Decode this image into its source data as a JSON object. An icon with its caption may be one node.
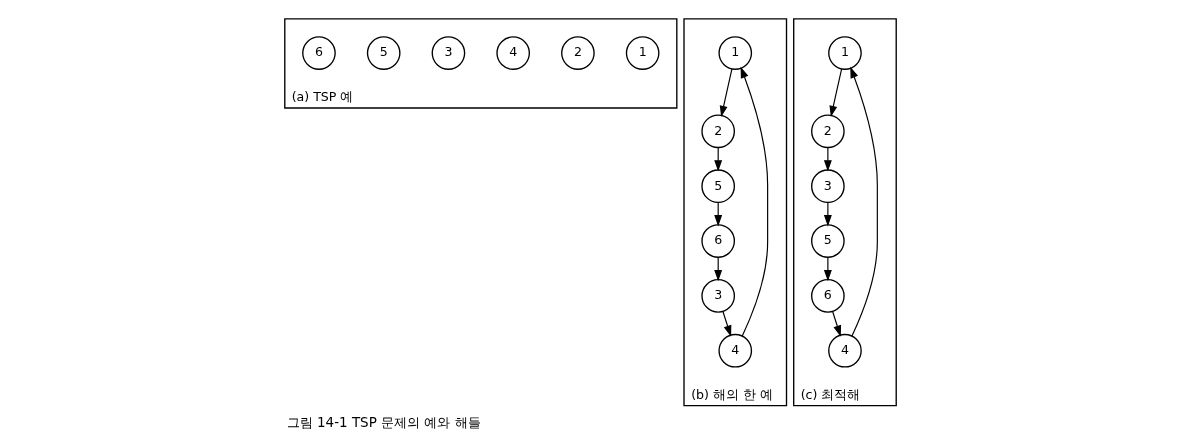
{
  "diagram": {
    "caption": "그림 14-1 TSP 문제의 예와 해들",
    "nodes": [
      {
        "text": [
          "(a) TSP 예"
        ]
      },
      {
        "text": [
          "1"
        ],
        "in": 0
      },
      {
        "text": [
          "2"
        ],
        "in": 0
      },
      {
        "text": [
          "4"
        ],
        "in": 0
      },
      {
        "text": [
          "3"
        ],
        "in": 0
      },
      {
        "text": [
          "5"
        ],
        "in": 0
      },
      {
        "text": [
          "6"
        ],
        "in": 0
      },
      {
        "text": [
          "(b) 해의 한 예"
        ]
      },
      {
        "text": [
          "1"
        ],
        "in": 7
      },
      {
        "text": [
          "2"
        ],
        "in": 7
      },
      {
        "text": [
          "4"
        ],
        "in": 7
      },
      {
        "text": [
          "3"
        ],
        "in": 7
      },
      {
        "text": [
          "5"
        ],
        "in": 7
      },
      {
        "text": [
          "6"
        ],
        "in": 7
      },
      {
        "text": [
          "(c) 최적해"
        ]
      },
      {
        "text": [
          "1"
        ],
        "in": 14
      },
      {
        "text": [
          "2"
        ],
        "in": 14
      },
      {
        "text": [
          "4"
        ],
        "in": 14
      },
      {
        "text": [
          "3"
        ],
        "in": 14
      },
      {
        "text": [
          "5"
        ],
        "in": 14
      },
      {
        "text": [
          "6"
        ],
        "in": 14
      }
    ],
    "edges": [
      {
        "from": 8,
        "to": 9,
        "arrow": "to"
      },
      {
        "from": 9,
        "to": 12,
        "arrow": "to"
      },
      {
        "from": 12,
        "to": 13,
        "arrow": "to"
      },
      {
        "from": 13,
        "to": 11,
        "arrow": "to"
      },
      {
        "from": 11,
        "to": 10,
        "arrow": "to"
      },
      {
        "from": 10,
        "to": 8,
        "arrow": "to"
      },
      {
        "from": 15,
        "to": 16,
        "arrow": "to"
      },
      {
        "from": 16,
        "to": 18,
        "arrow": "to"
      },
      {
        "from": 18,
        "to": 19,
        "arrow": "to"
      },
      {
        "from": 19,
        "to": 20,
        "arrow": "to"
      },
      {
        "from": 20,
        "to": 17,
        "arrow": "to"
      },
      {
        "from": 17,
        "to": 15,
        "arrow": "to"
      }
    ]
  }
}
